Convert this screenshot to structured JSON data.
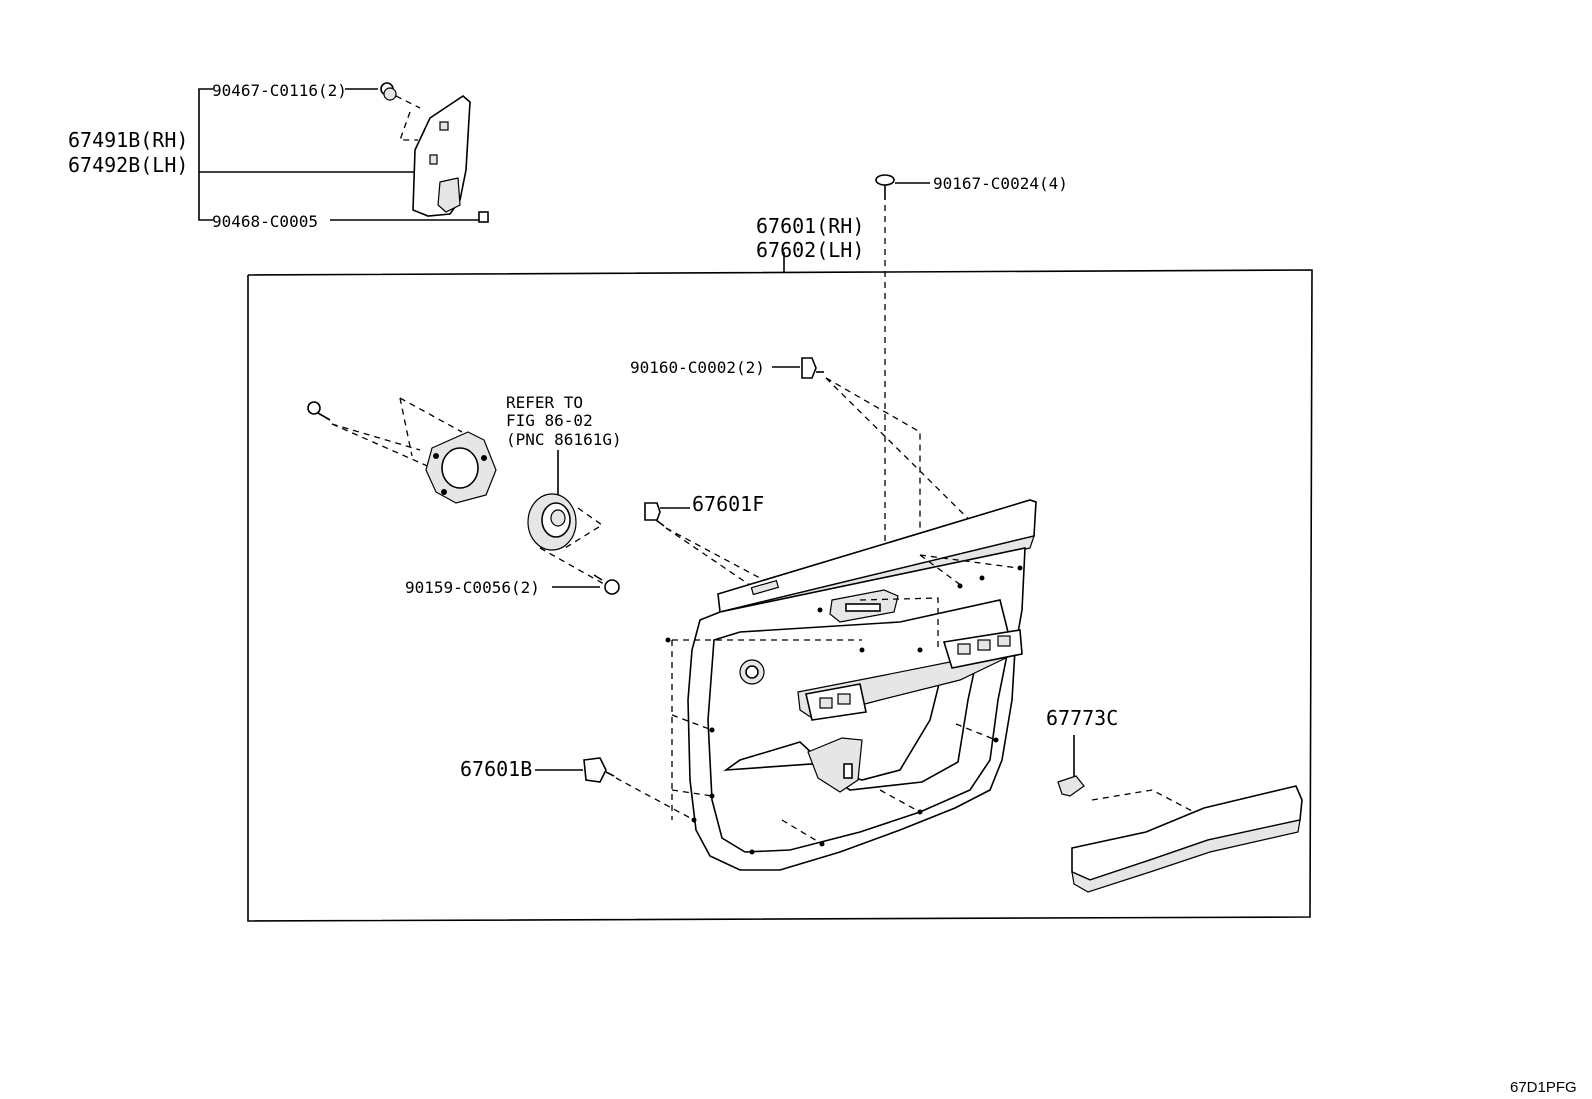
{
  "callouts": {
    "p90467": "90467-C0116(2)",
    "p67491b": "67491B(RH)",
    "p67492b": "67492B(LH)",
    "p90468": "90468-C0005",
    "p90167": "90167-C0024(4)",
    "p67601": "67601(RH)",
    "p67602": "67602(LH)",
    "p90160": "90160-C0002(2)",
    "refer_1": "REFER TO",
    "refer_2": "FIG 86-02",
    "refer_3": "(PNC 86161G)",
    "p67601f": "67601F",
    "p90159": "90159-C0056(2)",
    "p67773c": "67773C",
    "p67601b": "67601B"
  },
  "figure_code": "67D1PFG"
}
